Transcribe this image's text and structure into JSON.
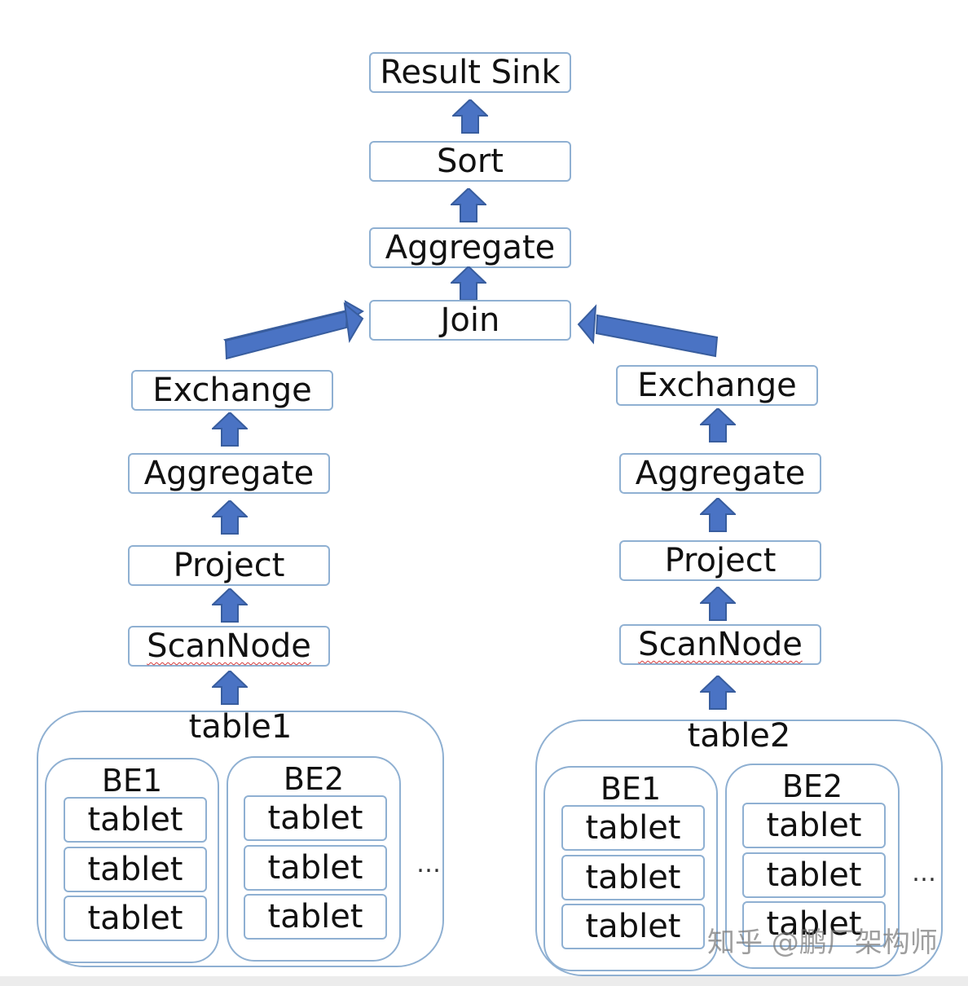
{
  "diagram": {
    "top_chain": {
      "result_sink": "Result Sink",
      "sort": "Sort",
      "aggregate": "Aggregate",
      "join": "Join"
    },
    "left_chain": {
      "exchange": "Exchange",
      "aggregate": "Aggregate",
      "project": "Project",
      "scan_node": "ScanNode"
    },
    "right_chain": {
      "exchange": "Exchange",
      "aggregate": "Aggregate",
      "project": "Project",
      "scan_node": "ScanNode"
    },
    "tables": [
      {
        "label": "table1",
        "backends": [
          {
            "label": "BE1",
            "tablets": [
              "tablet",
              "tablet",
              "tablet"
            ]
          },
          {
            "label": "BE2",
            "tablets": [
              "tablet",
              "tablet",
              "tablet"
            ]
          }
        ],
        "more": "…"
      },
      {
        "label": "table2",
        "backends": [
          {
            "label": "BE1",
            "tablets": [
              "tablet",
              "tablet",
              "tablet"
            ]
          },
          {
            "label": "BE2",
            "tablets": [
              "tablet",
              "tablet",
              "tablet"
            ]
          }
        ],
        "more": "…"
      }
    ]
  },
  "watermark": "知乎 @鹏厂架构师",
  "colors": {
    "box_border": "#8fb0d2",
    "arrow_fill": "#4a73c4",
    "arrow_stroke": "#385d9e",
    "text": "#111111"
  },
  "icons": {
    "flow_arrow": "up-arrow-icon",
    "diagonal_arrow": "diagonal-arrow-icon"
  }
}
